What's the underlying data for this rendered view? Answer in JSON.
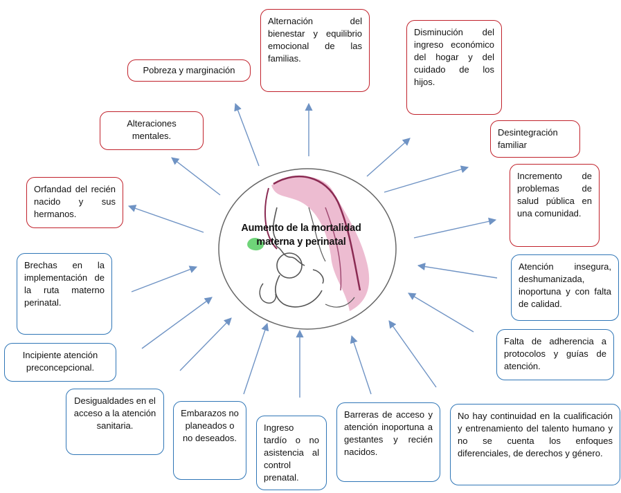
{
  "center": {
    "title": "Aumento de la mortalidad materna y perinatal"
  },
  "consequences": [
    {
      "id": "pobreza",
      "text": "Pobreza y marginación"
    },
    {
      "id": "alternacion",
      "text": "Alternación del bienestar y equilibrio emocional de las familias."
    },
    {
      "id": "disminucion",
      "text": "Disminución del ingreso económico del hogar y del cuidado de los hijos."
    },
    {
      "id": "desintegracion",
      "text": "Desintegración familiar"
    },
    {
      "id": "incremento",
      "text": "Incremento de problemas de salud pública en una comunidad."
    },
    {
      "id": "alteraciones",
      "text": "Alteraciones mentales."
    },
    {
      "id": "orfandad",
      "text": "Orfandad del recién nacido y sus hermanos."
    }
  ],
  "causes": [
    {
      "id": "atencion-insegura",
      "text": "Atención insegura, deshumanizada, inoportuna y con falta de calidad."
    },
    {
      "id": "falta-adherencia",
      "text": "Falta de adherencia a protocolos y guías de atención."
    },
    {
      "id": "continuidad",
      "text": "No hay continuidad en la cualificación y entrenamiento del talento humano y no se cuenta los enfoques diferenciales, de derechos y género."
    },
    {
      "id": "barreras",
      "text": "Barreras de acceso y atención inoportuna a gestantes y recién nacidos."
    },
    {
      "id": "ingreso-tardio",
      "text": "Ingreso tardío o no asistencia al control prenatal."
    },
    {
      "id": "embarazos",
      "text": "Embarazos no planeados o no deseados."
    },
    {
      "id": "desigualdades",
      "text": "Desigualdades en el acceso a la atención sanitaria."
    },
    {
      "id": "incipiente",
      "text": "Incipiente atención preconcepcional."
    },
    {
      "id": "brechas",
      "text": "Brechas en la implementación de la ruta materno perinatal."
    }
  ],
  "colors": {
    "consequence_border": "#c0202a",
    "cause_border": "#2e75b6",
    "arrow": "#6f93c4",
    "pink": "#e9a9c6"
  }
}
